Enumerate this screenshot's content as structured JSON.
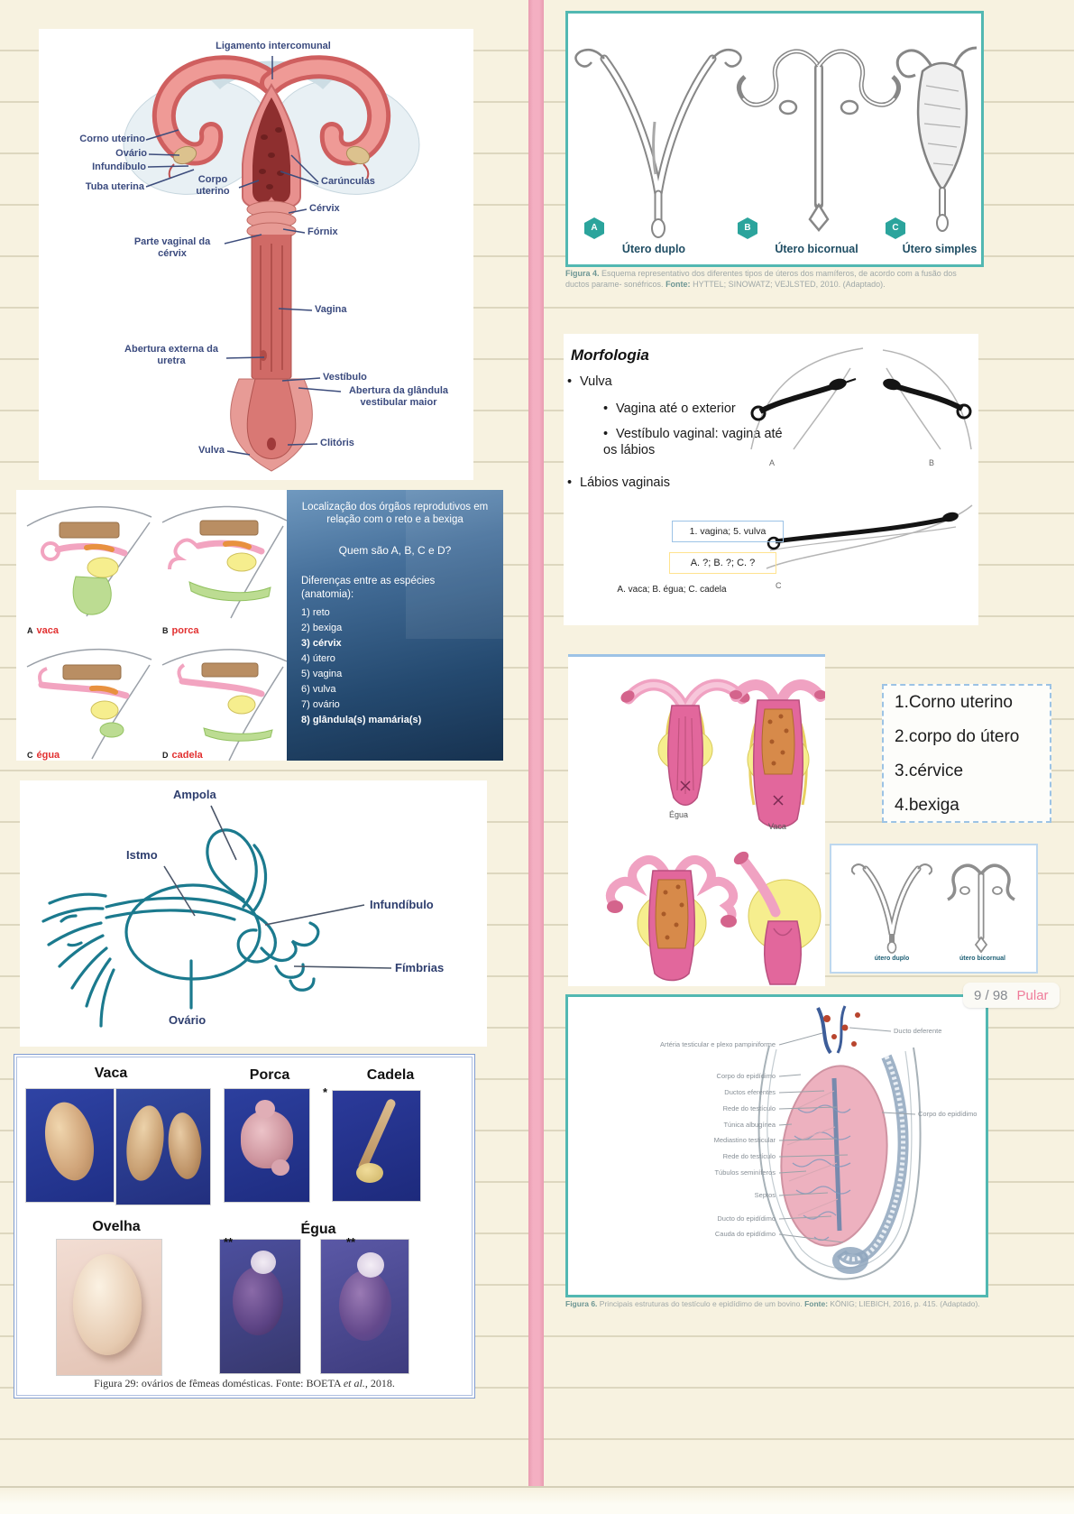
{
  "figure_tract": {
    "labels": {
      "ligamento": "Ligamento intercomunal",
      "corno": "Corno uterino",
      "ovario": "Ovário",
      "infundibulo": "Infundíbulo",
      "tuba": "Tuba uterina",
      "corpo": "Corpo uterino",
      "carunculas": "Carúnculas",
      "cervix": "Cérvix",
      "fornix": "Fórnix",
      "parte_vaginal": "Parte vaginal da cérvix",
      "vagina": "Vagina",
      "abertura_uretra": "Abertura externa da uretra",
      "vestibulo": "Vestíbulo",
      "abertura_glandula": "Abertura da glândula vestibular maior",
      "clitoris": "Clitóris",
      "vulva": "Vulva"
    }
  },
  "quadrants": {
    "a_letter": "A",
    "a_name": "vaca",
    "b_letter": "B",
    "b_name": "porca",
    "c_letter": "C",
    "c_name": "égua",
    "d_letter": "D",
    "d_name": "cadela"
  },
  "blue_slide": {
    "title": "Localização dos órgãos reprodutivos em relação com o reto e a bexiga",
    "question": "Quem são A, B, C e D?",
    "subtitle": "Diferenças entre as espécies (anatomia):",
    "items": [
      "1) reto",
      "2) bexiga",
      "3) cérvix",
      "4) útero",
      "5) vagina",
      "6) vulva",
      "7) ovário",
      "8) glândula(s) mamária(s)"
    ]
  },
  "uterus_types": {
    "badge_a": "A",
    "badge_b": "B",
    "badge_c": "C",
    "label_a": "Útero duplo",
    "label_b": "Útero bicornual",
    "label_c": "Útero simples",
    "caption_label": "Figura 4.",
    "caption_text": " Esquema representativo dos diferentes tipos de úteros dos mamíferos, de acordo com a fusão dos ductos parame- sonéfricos. ",
    "fonte_label": "Fonte:",
    "fonte_text": " HYTTEL; SINOWATZ; VEJLSTED, 2010. (Adaptado)."
  },
  "morfologia": {
    "title": "Morfologia",
    "bullet1": "Vulva",
    "sub1": "Vagina até o exterior",
    "sub2": "Vestíbulo vaginal: vagina até os lábios",
    "bullet2": "Lábios vaginais",
    "box_blue": "1. vagina; 5. vulva",
    "box_yellow": "A. ?; B. ?; C. ?",
    "answer": "A. vaca; B. égua; C. cadela",
    "sketch_a": "A",
    "sketch_b": "B",
    "sketch_c": "C"
  },
  "oviduct": {
    "ampola": "Ampola",
    "istmo": "Istmo",
    "infundibulo": "Infundíbulo",
    "fimbrias": "Fímbrias",
    "ovario": "Ovário"
  },
  "pink_slide": {
    "label_egua": "Égua",
    "label_vaca": "Vaca"
  },
  "structures_list": {
    "items": [
      "1.Corno uterino",
      "2.corpo do útero",
      "3.cérvice",
      "4.bexiga"
    ]
  },
  "small_uteri": {
    "left": "útero duplo",
    "right": "útero bicornual"
  },
  "pager": {
    "position": "9 / 98",
    "action": "Pular"
  },
  "testis": {
    "left_labels": [
      "Artéria testicular e plexo pampiniforme",
      "Corpo do epidídimo",
      "Ductos eferentes",
      "Rede do testículo",
      "Túnica albugínea",
      "Mediastino testicular",
      "Rede do testículo",
      "Túbulos seminíferos",
      "Septos",
      "Ducto do epidídimo",
      "Cauda do epidídimo"
    ],
    "right_labels": [
      "Ducto deferente",
      "Corpo do epidídimo"
    ],
    "caption_label": "Figura 6.",
    "caption_text": " Principais estruturas do testículo e epidídimo de um bovino. ",
    "fonte_label": "Fonte:",
    "fonte_text": " KÖNIG; LIEBICH, 2016, p. 415. (Adaptado)."
  },
  "ovaries_figure": {
    "titles": [
      "Vaca",
      "Porca",
      "Cadela",
      "Ovelha",
      "Égua"
    ],
    "mark_single": "*",
    "mark_double": "**",
    "caption_pre": "Figura 29: ovários de fêmeas domésticas. Fonte: BOETA ",
    "caption_italic": "et al.",
    "caption_post": ", 2018."
  },
  "colors": {
    "page_bg": "#f7f2e0",
    "rule_line": "#ddd7bf",
    "divider_pink": "#f4afc2",
    "teal_border": "#52b8b2",
    "label_navy": "#3a4a7e",
    "teal_drawing": "#1b7a8e",
    "pular_pink": "#ef7d9b",
    "red_label": "#e23030"
  }
}
